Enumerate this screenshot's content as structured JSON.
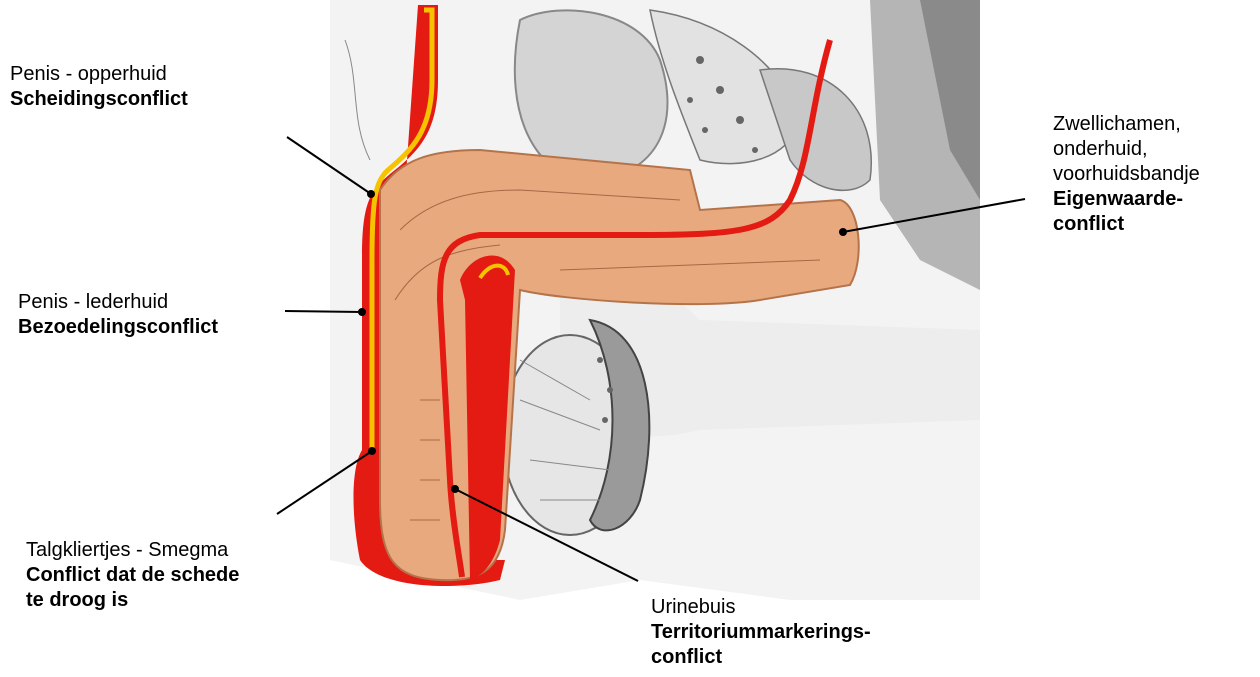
{
  "labels": {
    "penis_opperhuid": {
      "name": "Penis - opperhuid",
      "conflict": "Scheidingsconflict"
    },
    "penis_lederhuid": {
      "name": "Penis - lederhuid",
      "conflict": "Bezoedelingsconflict"
    },
    "talgkliertjes": {
      "name": "Talgkliertjes - Smegma",
      "conflict_lines": [
        "Conflict dat de schede",
        "te droog is"
      ]
    },
    "urinebuis": {
      "name": "Urinebuis",
      "conflict_lines": [
        "Territoriummarkerings-",
        "conflict"
      ]
    },
    "zwellichamen": {
      "name_lines": [
        "Zwellichamen,",
        "onderhuid,",
        "voorhuidsbandje"
      ],
      "conflict_lines": [
        "Eigenwaarde-",
        "conflict"
      ]
    }
  },
  "colors": {
    "tissue": "#e9a97f",
    "epidermis": "#e41b13",
    "dermis_stripe": "#f5c300",
    "urethra": "#e41b13",
    "background_anatomy": "#d9d9d9",
    "text": "#000000"
  }
}
